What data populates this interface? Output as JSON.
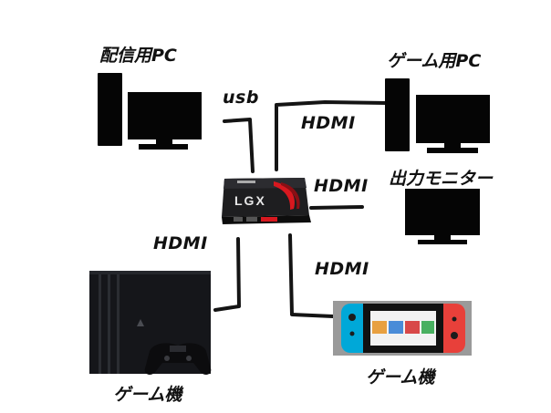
{
  "labels": {
    "streaming_pc": "配信用PC",
    "gaming_pc": "ゲーム用PC",
    "output_monitor": "出力モニター",
    "game_console_left": "ゲーム機",
    "game_console_right": "ゲーム機",
    "usb": "usb",
    "hdmi_gaming_pc": "HDMI",
    "hdmi_monitor": "HDMI",
    "hdmi_ps4": "HDMI",
    "hdmi_switch": "HDMI"
  },
  "capture_device": {
    "logo_text": "LGX",
    "accent_color": "#d8181f"
  },
  "colors": {
    "cable": "#141414",
    "silhouette": "#050505",
    "switch_left_joycon": "#00a8d8",
    "switch_right_joycon": "#e8403a"
  }
}
